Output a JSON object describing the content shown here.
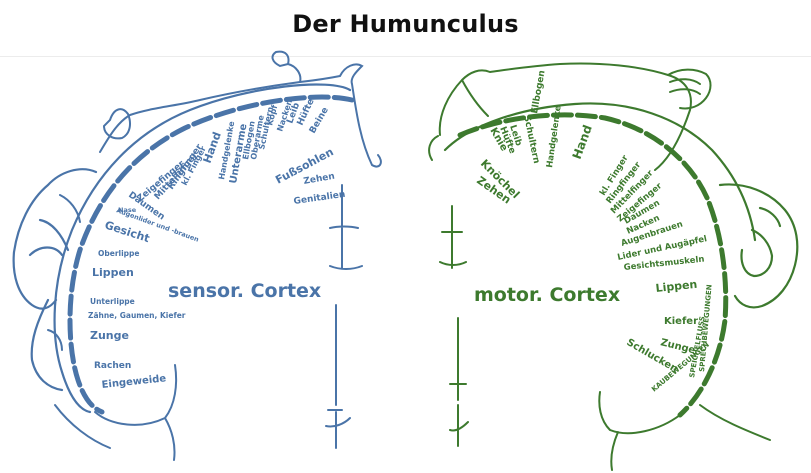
{
  "title": "Der Humunculus",
  "colors": {
    "sensory": "#4a74a8",
    "motor": "#3d7a2e",
    "title": "#111111"
  },
  "sensory": {
    "cortex_label": "sensor. Cortex",
    "labels": [
      "Genitalien",
      "Zehen",
      "Fußsohlen",
      "Beine",
      "Hüfte",
      "Leib",
      "Nacken",
      "Kopf",
      "Schultern",
      "Oberarme",
      "Ellbogen",
      "Unterarme",
      "Handgelenke",
      "Hand",
      "kl. Finger",
      "Ringfinger",
      "Mittelfinger",
      "Zeigefinger",
      "Daumen",
      "Augenlider und -brauen",
      "Nase",
      "Gesicht",
      "Oberlippe",
      "Lippen",
      "Unterlippe",
      "Zähne, Gaumen, Kiefer",
      "Zunge",
      "Rachen",
      "Eingeweide"
    ]
  },
  "motor": {
    "cortex_label": "motor. Cortex",
    "labels": [
      "Zehen",
      "Knöchel",
      "Knie",
      "Hüfte",
      "Leib",
      "Schultern",
      "Ellbogen",
      "Handgelenke",
      "Hand",
      "kl. Finger",
      "Ringfinger",
      "Mittelfinger",
      "Zeigefinger",
      "Daumen",
      "Nacken",
      "Augenbrauen",
      "Lider und Augäpfel",
      "Gesichtsmuskeln",
      "Lippen",
      "SPRECHBEWEGUNGEN",
      "Kiefer",
      "SPEICHELFLUSS",
      "Zunge",
      "KAUBEWEGUNGEN",
      "Schlucken"
    ]
  }
}
